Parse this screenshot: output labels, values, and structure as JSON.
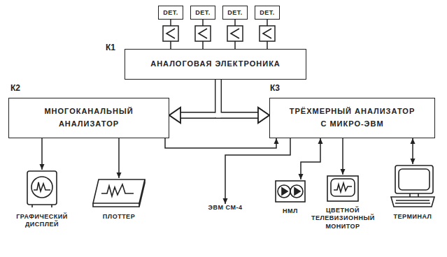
{
  "diagram": {
    "nodes": [
      {
        "text": [
          "DET."
        ]
      },
      {
        "text": [
          "DET."
        ]
      },
      {
        "text": [
          "DET."
        ]
      },
      {
        "text": [
          "DET."
        ]
      },
      {
        "text": [
          "К1",
          "АНАЛОГОВАЯ ЭЛЕКТРОНИКА"
        ]
      },
      {
        "text": [
          "К2",
          "МНОГОКАНАЛЬНЫЙ АНАЛИЗАТОР"
        ]
      },
      {
        "text": [
          "К3",
          "ТРЁХМЕРНЫЙ АНАЛИЗАТОР С МИКРО-ЭВМ"
        ]
      },
      {
        "text": [
          "ГРАФИЧЕСКИЙ ДИСПЛЕЙ"
        ]
      },
      {
        "text": [
          "ПЛОТТЕР"
        ]
      },
      {
        "text": [
          "ЭВМ СМ-4"
        ]
      },
      {
        "text": [
          "НМЛ"
        ]
      },
      {
        "text": [
          "ЦВЕТНОЙ ТЕЛЕВИЗИОННЫЙ МОНИТОР"
        ]
      },
      {
        "text": [
          "ТЕРМИНАЛ"
        ]
      }
    ],
    "edges": [
      {
        "from": 0,
        "to": 4,
        "arrow": "none"
      },
      {
        "from": 1,
        "to": 4,
        "arrow": "none"
      },
      {
        "from": 2,
        "to": 4,
        "arrow": "none"
      },
      {
        "from": 3,
        "to": 4,
        "arrow": "none"
      },
      {
        "from": 4,
        "to": 5,
        "arrow": "to"
      },
      {
        "from": 4,
        "to": 6,
        "arrow": "to"
      },
      {
        "from": 5,
        "to": 7,
        "arrow": "to"
      },
      {
        "from": 5,
        "to": 8,
        "arrow": "to"
      },
      {
        "from": 5,
        "to": 6,
        "arrow": "to"
      },
      {
        "from": 6,
        "to": 9,
        "arrow": "to"
      },
      {
        "from": 10,
        "to": 6,
        "arrow": "both"
      },
      {
        "from": 6,
        "to": 11,
        "arrow": "to"
      },
      {
        "from": 6,
        "to": 12,
        "arrow": "both"
      }
    ]
  }
}
